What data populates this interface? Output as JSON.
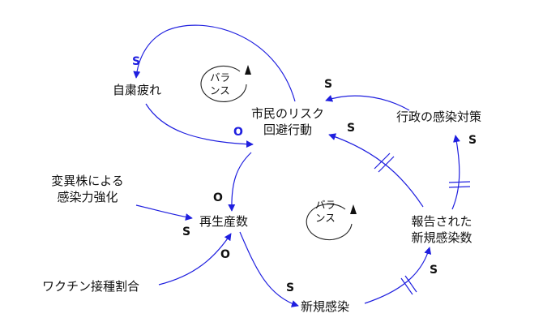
{
  "colors": {
    "link": "#1f1fdf",
    "text": "#111111",
    "loop": "#222222"
  },
  "nodes": {
    "fatigue": "自粛疲れ",
    "citizen_risk_line1": "市民のリスク",
    "citizen_risk_line2": "回避行動",
    "variant_line1": "変異株による",
    "variant_line2": "感染力強化",
    "reproduction": "再生産数",
    "vaccine": "ワクチン接種割合",
    "new_infections": "新規感染",
    "reported_line1": "報告された",
    "reported_line2": "新規感染数",
    "policy": "行政の感染対策"
  },
  "polarities": {
    "fatigue_in": "S",
    "risk_to_fatigue_label": "S",
    "fatigue_to_risk": "O",
    "risk_to_repro": "O",
    "variant_to_repro": "S",
    "vaccine_to_repro": "O",
    "repro_to_new": "S",
    "new_to_reported": "S",
    "reported_to_risk": "S",
    "reported_to_policy": "S",
    "policy_to_risk": "S"
  },
  "loops": [
    {
      "line1": "バラ",
      "line2": "ンス",
      "type": "balancing"
    },
    {
      "line1": "バラ",
      "line2": "ンス",
      "type": "balancing"
    }
  ]
}
